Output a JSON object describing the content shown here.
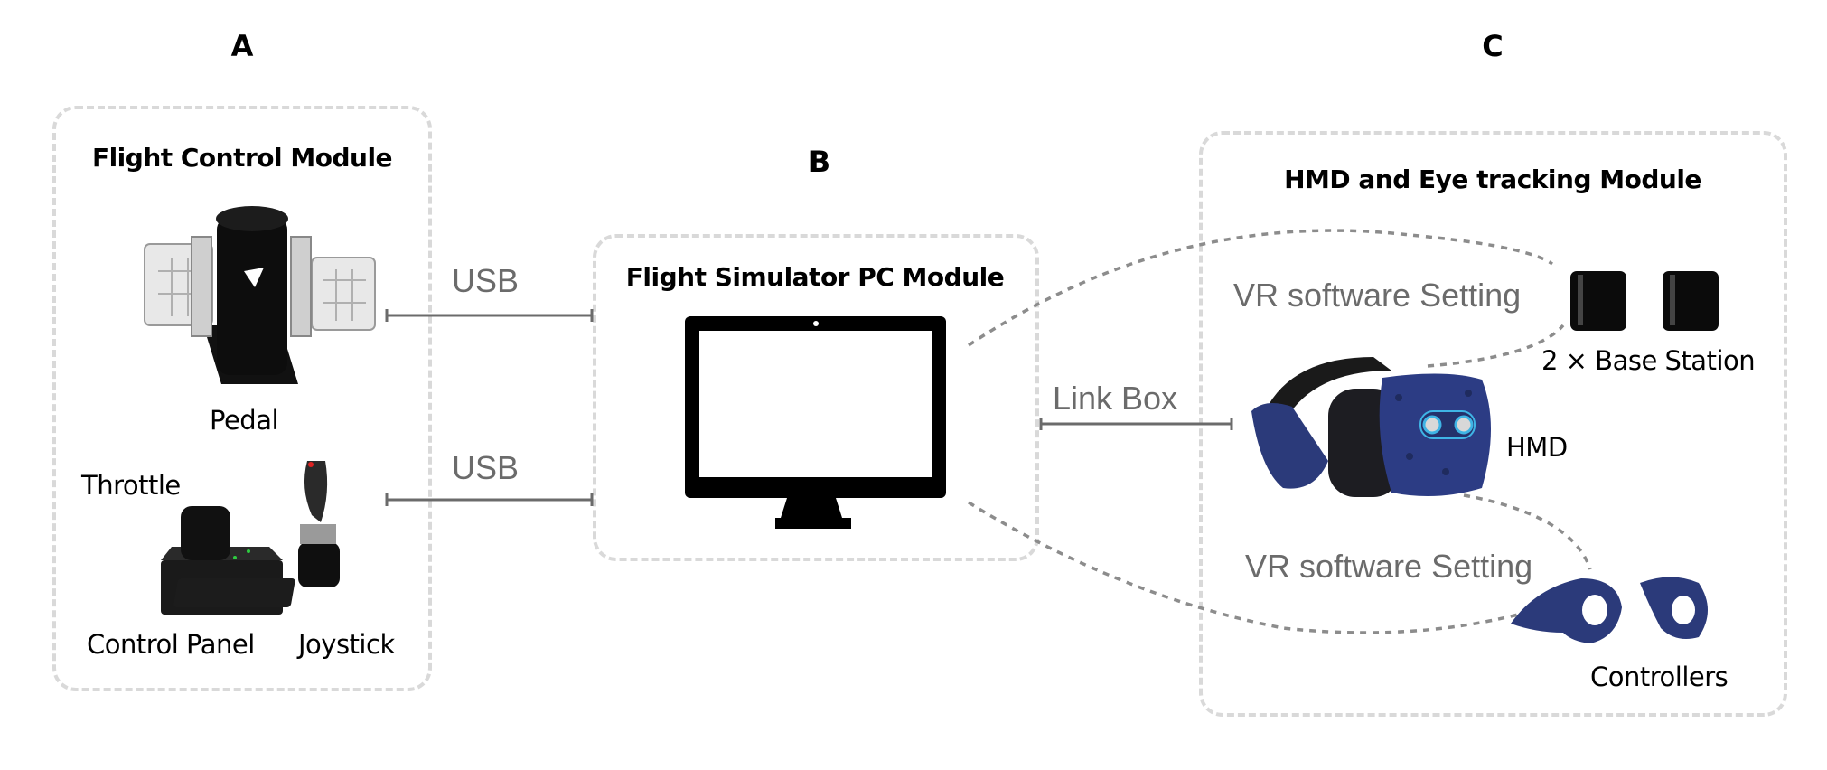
{
  "panels": {
    "a": {
      "letter": "A",
      "title": "Flight Control Module",
      "items": {
        "pedal": "Pedal",
        "throttle": "Throttle",
        "control_panel": "Control Panel",
        "joystick": "Joystick"
      }
    },
    "b": {
      "letter": "B",
      "title": "Flight Simulator PC Module",
      "device": "monitor-icon"
    },
    "c": {
      "letter": "C",
      "title": "HMD and Eye tracking Module",
      "items": {
        "base_station": "2 × Base Station",
        "hmd": "HMD",
        "controllers": "Controllers"
      }
    }
  },
  "connections": {
    "usb_top": "USB",
    "usb_bottom": "USB",
    "link_box": "Link Box",
    "vr_setting_top": "VR software Setting",
    "vr_setting_bottom": "VR software Setting"
  },
  "colors": {
    "box_border": "#d9d9d9",
    "connector": "#6b6b6b",
    "dotted": "#8c8c8c",
    "hmd_blue": "#2b3a7a",
    "device_black": "#000000"
  }
}
